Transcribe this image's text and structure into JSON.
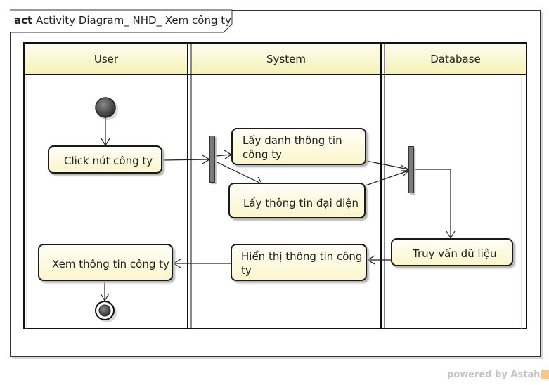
{
  "frame": {
    "keyword": "act",
    "title": "Activity Diagram_ NHD_ Xem công ty"
  },
  "lanes": [
    "User",
    "System",
    "Database"
  ],
  "nodes": {
    "click": "Click nút công ty",
    "list_line1": "Lấy danh thông tin",
    "list_line2": "công ty",
    "rep": "Lấy thông tin đại diện",
    "query": "Truy vấn dữ liệu",
    "show_line1": "Hiển thị thông tin công",
    "show_line2": "ty",
    "view": "Xem thông tin công ty"
  },
  "watermark": "powered by Astah"
}
